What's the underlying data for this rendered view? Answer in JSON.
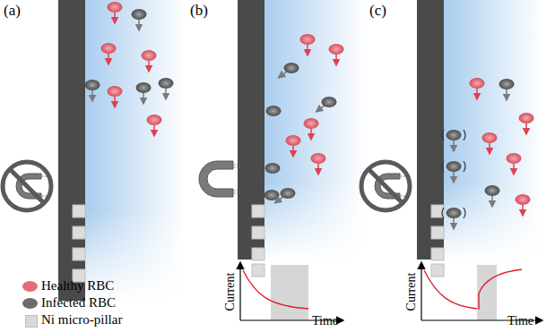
{
  "diagram": {
    "labels": [
      "(a)",
      "(b)",
      "(c)",
      "Current",
      "Time",
      "Current",
      "Time"
    ],
    "legend": [
      {
        "text": "Healthy RBC",
        "color": "#e36d78"
      },
      {
        "text": "Infected RBC",
        "color": "#6b6b6b"
      },
      {
        "text": "Ni micro-pillar",
        "color": "#d9d9d9"
      }
    ]
  }
}
